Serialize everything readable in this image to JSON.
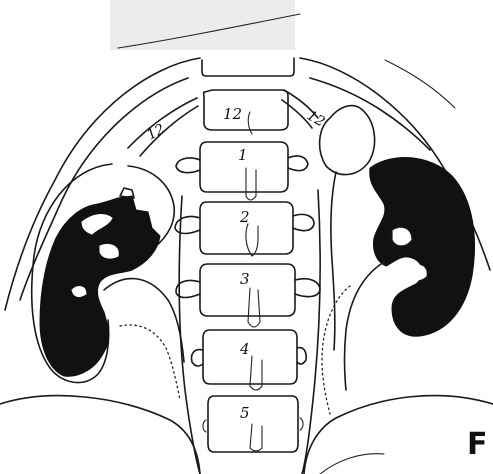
{
  "figure": {
    "panel_letter": "F",
    "vertebra_labels": [
      "12",
      "1",
      "2",
      "3",
      "4",
      "5"
    ],
    "rib_labels": {
      "left": "12",
      "right": "12"
    }
  }
}
